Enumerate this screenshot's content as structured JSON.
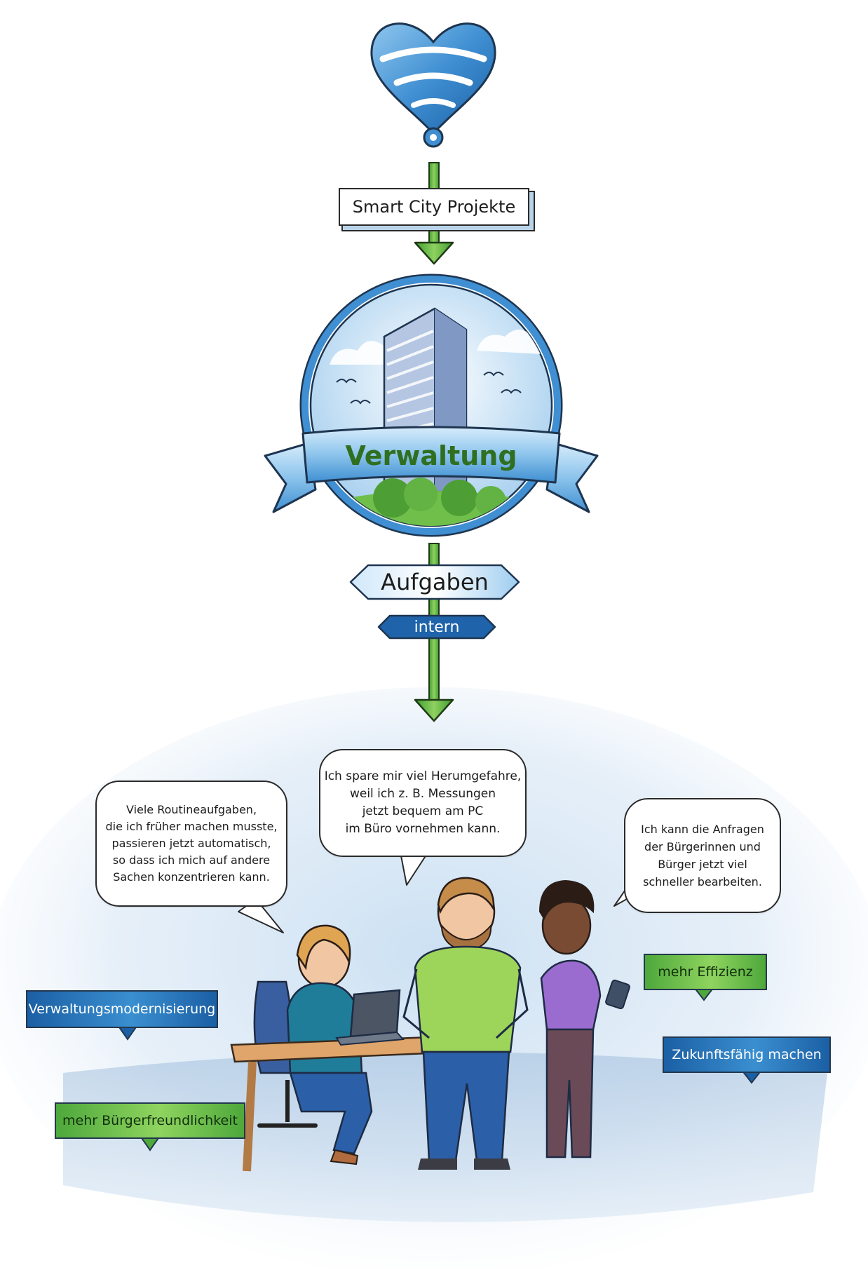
{
  "top_sign": "Smart City Projekte",
  "emblem_banner": "Verwaltung",
  "signpost": {
    "main": "Aufgaben",
    "sub": "intern"
  },
  "speech_bubbles": [
    "Viele Routineaufgaben,\ndie ich früher machen musste,\npassieren jetzt automatisch,\nso dass ich mich auf andere\nSachen konzentrieren kann.",
    "Ich spare mir viel Herumgefahre,\nweil ich z. B. Messungen\njetzt bequem am PC\nim Büro vornehmen kann.",
    "Ich kann die Anfragen\nder Bürgerinnen und\nBürger jetzt viel\nschneller bearbeiten."
  ],
  "tags": {
    "verwaltungsmodernisierung": "Verwaltungsmodernisierung",
    "buergerfreundlichkeit": "mehr Bürgerfreundlichkeit",
    "effizienz": "mehr Effizienz",
    "zukunftsfaehig": "Zukunftsfähig machen"
  },
  "icons": [
    "heart-wifi-icon",
    "arrow-down-icon",
    "building-icon",
    "laptop-icon",
    "smartphone-icon"
  ],
  "colors": {
    "primary_blue": "#2f7fc4",
    "dark_blue": "#1b5fa4",
    "accent_green": "#5cb845",
    "text_dark": "#1c1c1c"
  }
}
